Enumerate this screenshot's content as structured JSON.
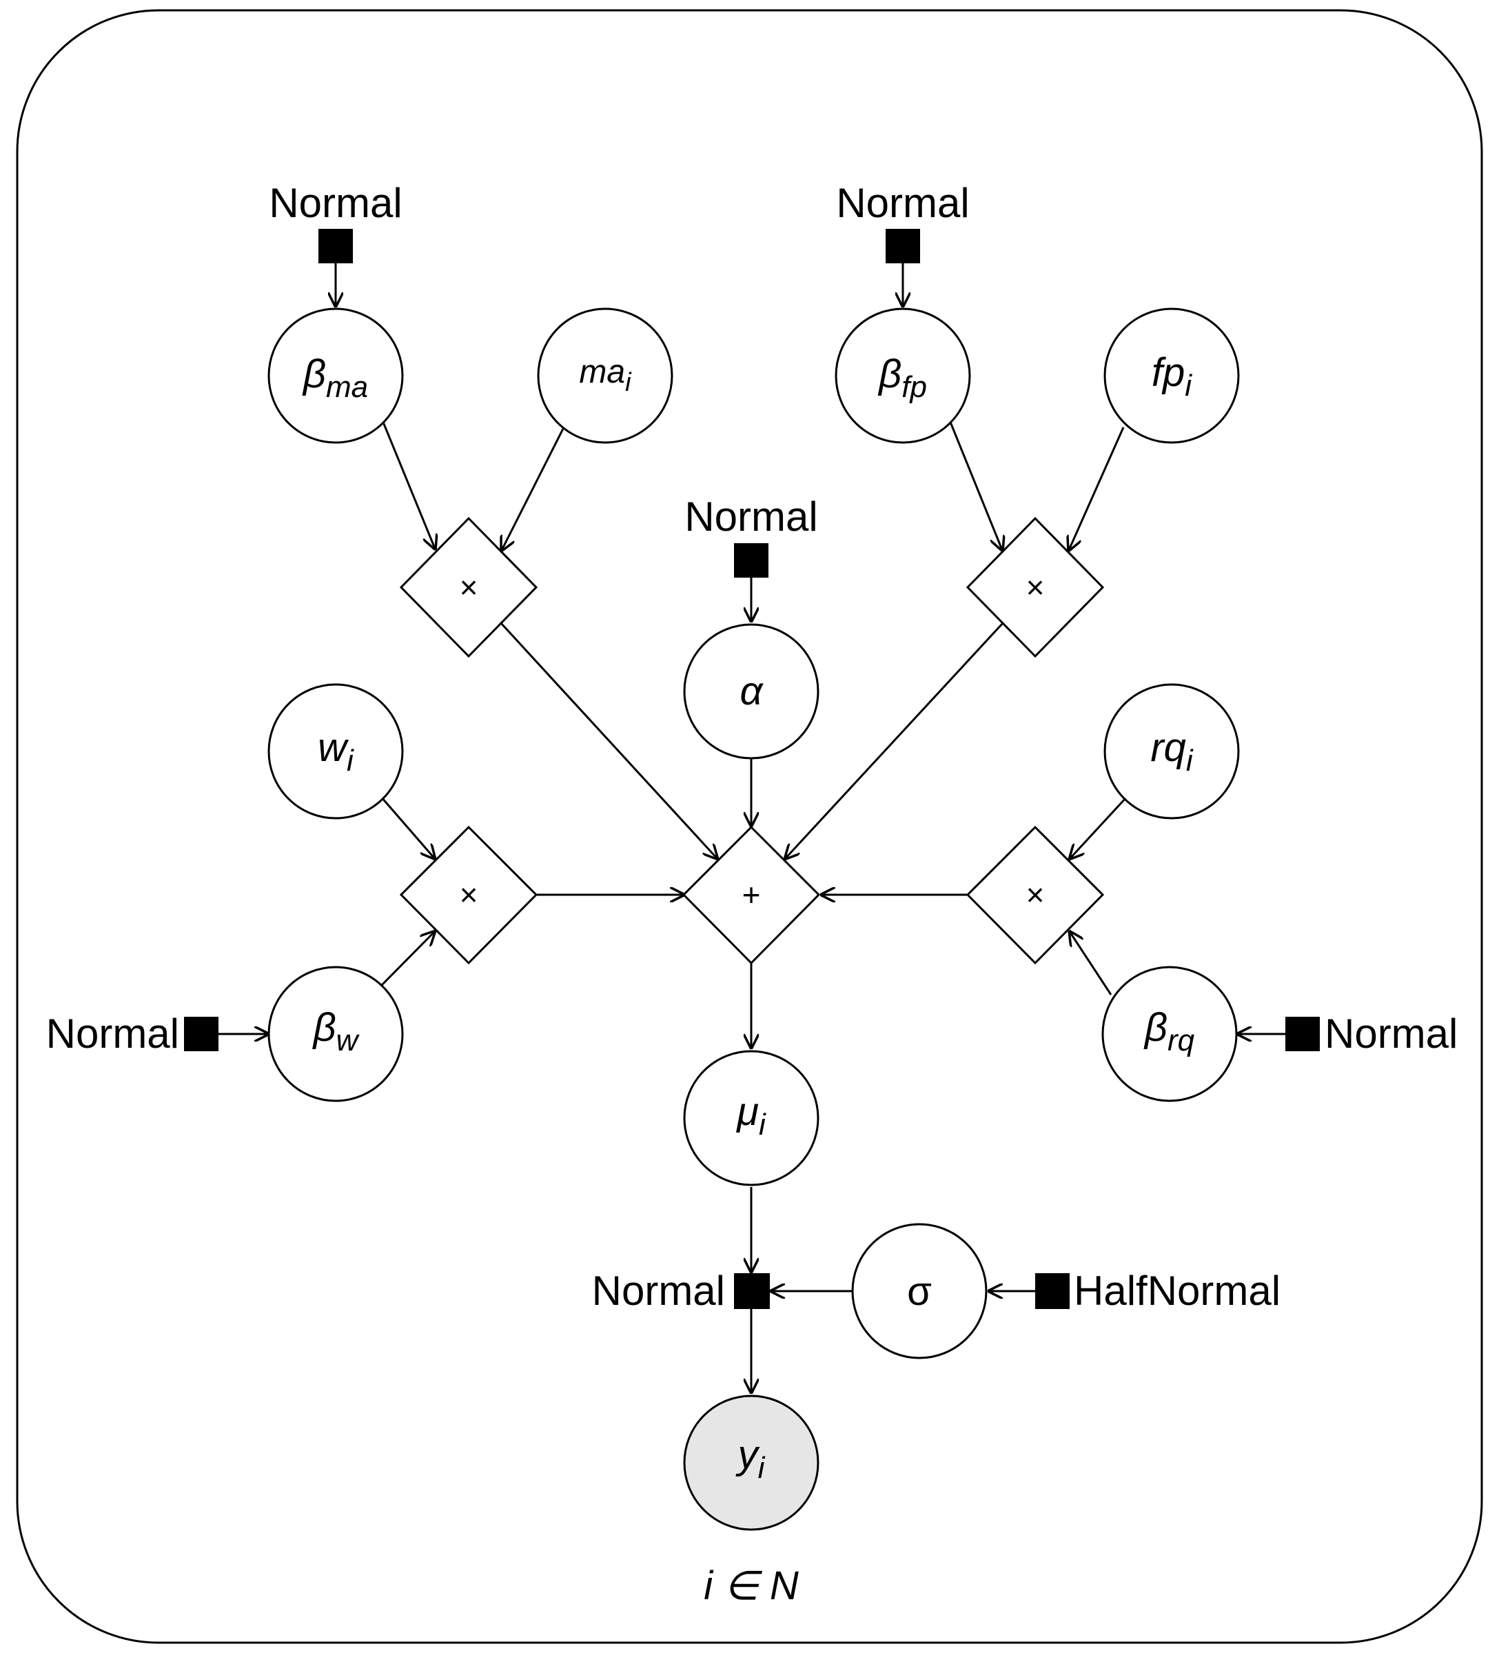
{
  "plate": {
    "label": "i ∈ N"
  },
  "priors": {
    "beta_ma": "Normal",
    "beta_fp": "Normal",
    "alpha": "Normal",
    "beta_w": "Normal",
    "beta_rq": "Normal",
    "likelihood": "Normal",
    "sigma": "HalfNormal"
  },
  "variables": {
    "beta_ma": {
      "main": "β",
      "sub": "ma"
    },
    "ma_i": {
      "main": "ma",
      "sub": "i"
    },
    "beta_fp": {
      "main": "β",
      "sub": "fp"
    },
    "fp_i": {
      "main": "fp",
      "sub": "i"
    },
    "alpha": {
      "main": "α",
      "sub": ""
    },
    "w_i": {
      "main": "w",
      "sub": "i"
    },
    "rq_i": {
      "main": "rq",
      "sub": "i"
    },
    "beta_w": {
      "main": "β",
      "sub": "w"
    },
    "beta_rq": {
      "main": "β",
      "sub": "rq"
    },
    "mu_i": {
      "main": "μ",
      "sub": "i"
    },
    "sigma": {
      "main": "σ",
      "sub": ""
    },
    "y_i": {
      "main": "y",
      "sub": "i"
    }
  },
  "operators": {
    "times_ma": "×",
    "times_fp": "×",
    "times_w": "×",
    "times_rq": "×",
    "plus": "+"
  },
  "colors": {
    "observed_fill": "#e6e6e6",
    "stroke": "#000000"
  }
}
